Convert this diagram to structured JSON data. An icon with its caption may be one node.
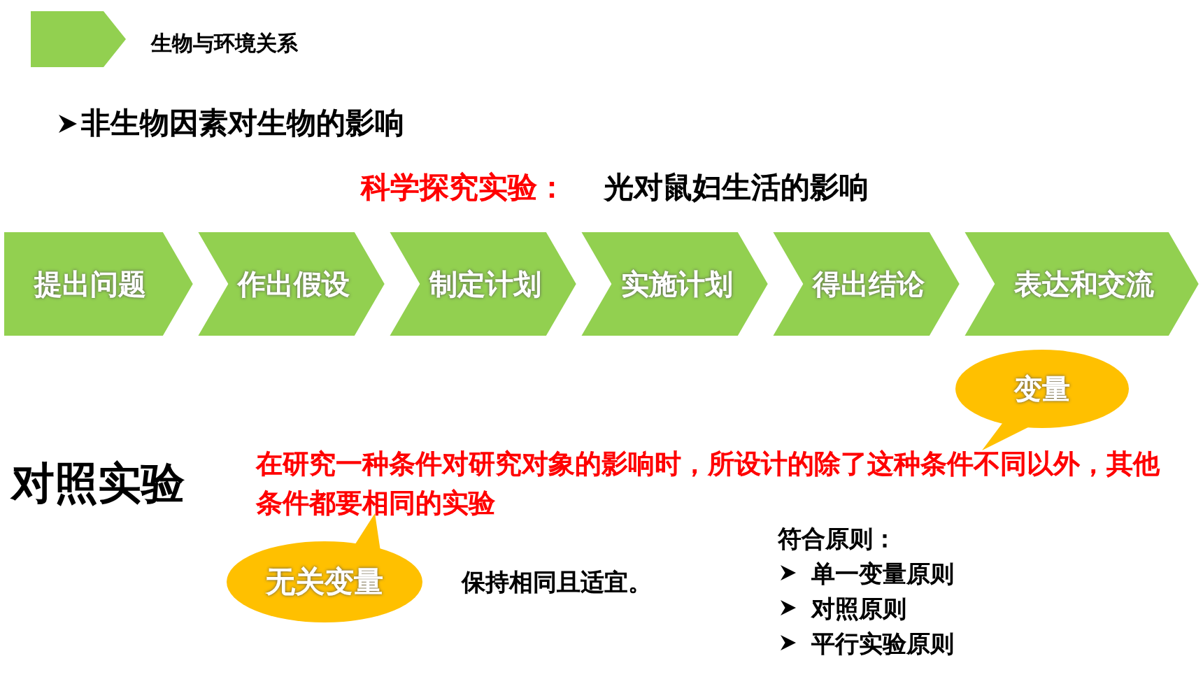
{
  "diagram": {
    "nodes": [
      {
        "text": [
          "提出问题"
        ]
      },
      {
        "text": [
          "作出假设"
        ]
      },
      {
        "text": [
          "制定计划"
        ]
      },
      {
        "text": [
          "实施计划"
        ]
      },
      {
        "text": [
          "得出结论"
        ]
      },
      {
        "text": [
          "表达和交流"
        ]
      },
      {
        "text": [
          "变量"
        ]
      },
      {
        "text": [
          "无关变量"
        ]
      }
    ],
    "labels": [
      "生物与环境关系",
      "非生物因素对生物的影响",
      "科学探究实验：",
      "光对鼠妇生活的影响",
      "对照实验",
      "在研究一种条件对研究对象的影响时，所设计的除了这种条件不同以外，其他条件都要相同的实验",
      "保持相同且适宜。",
      "符合原则：",
      "单一变量原则",
      "对照原则",
      "平行实验原则"
    ]
  }
}
